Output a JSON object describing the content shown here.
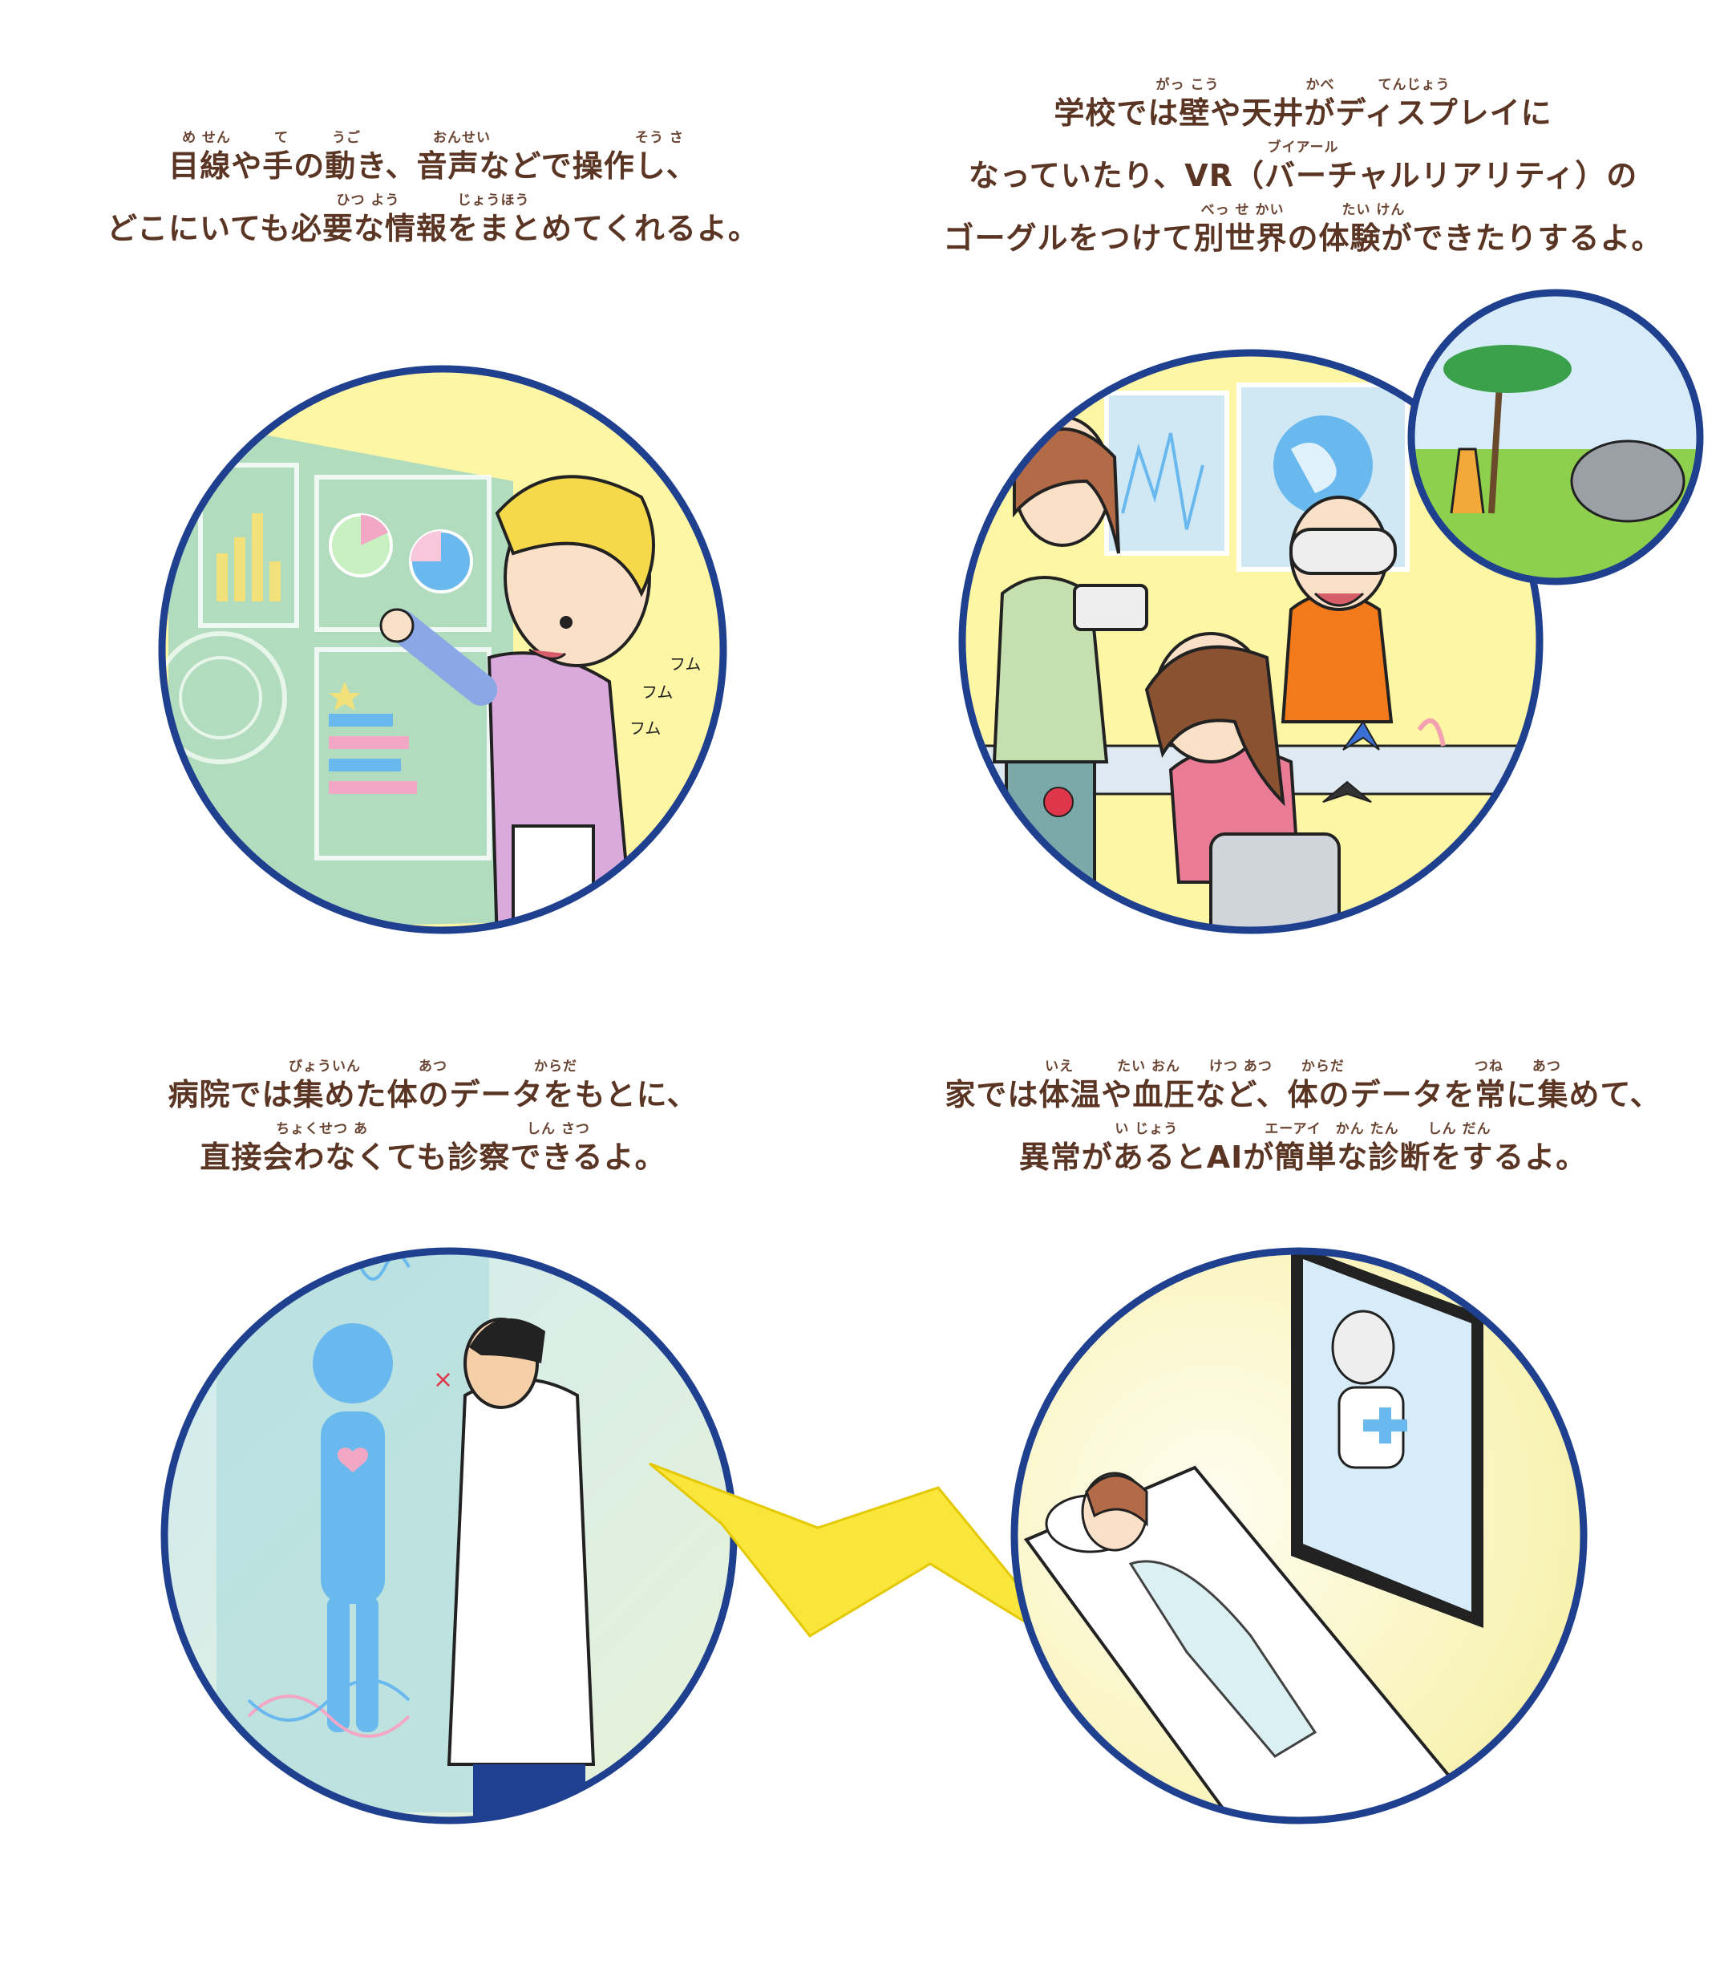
{
  "captions": {
    "top_left": {
      "lines": [
        {
          "ruby": "め せん　　　て　　　うご　　　　　おんせい　　　　　　　　　　そう さ",
          "text": "目線や手の動き、音声などで操作し、"
        },
        {
          "ruby": "ひつ よう　　　　じょうほう",
          "text": "どこにいても必要な情報をまとめてくれるよ。"
        }
      ]
    },
    "top_right": {
      "lines": [
        {
          "ruby": "がっ こう　　　　　　かべ　　　てんじょう",
          "text": "学校では壁や天井がディスプレイに"
        },
        {
          "ruby": "ブイアール",
          "text": "なっていたり、VR（バーチャルリアリティ）の"
        },
        {
          "ruby": "べっ せ かい　　　　たい けん",
          "text": "ゴーグルをつけて別世界の体験ができたりするよ。"
        }
      ]
    },
    "bottom_left": {
      "lines": [
        {
          "ruby": "びょういん　　　　あつ　　　　　　からだ",
          "text": "病院では集めた体のデータをもとに、"
        },
        {
          "ruby": "ちょくせつ あ　　　　　　　　　　　しん さつ",
          "text": "直接会わなくても診察できるよ。"
        }
      ]
    },
    "bottom_right": {
      "lines": [
        {
          "ruby": "いえ　　　たい おん　　けつ あつ　　からだ　　　　　　　　　つね　　あつ",
          "text": "家では体温や血圧など、体のデータを常に集めて、"
        },
        {
          "ruby": "い じょう　　　　　　エーアイ　かん たん　　しん だん",
          "text": "異常があるとAIが簡単な診断をするよ。"
        }
      ]
    }
  },
  "scene_text": {
    "hum1": "フム",
    "hum2": "フム",
    "hum3": "フム"
  },
  "colors": {
    "frame": "#1f3f8f",
    "text": "#5a3524",
    "wall_yellow": "#fdf6a4",
    "screen_green": "#a8d9c0",
    "bolt": "#fae53a",
    "hologram": "#6ab9ee"
  }
}
